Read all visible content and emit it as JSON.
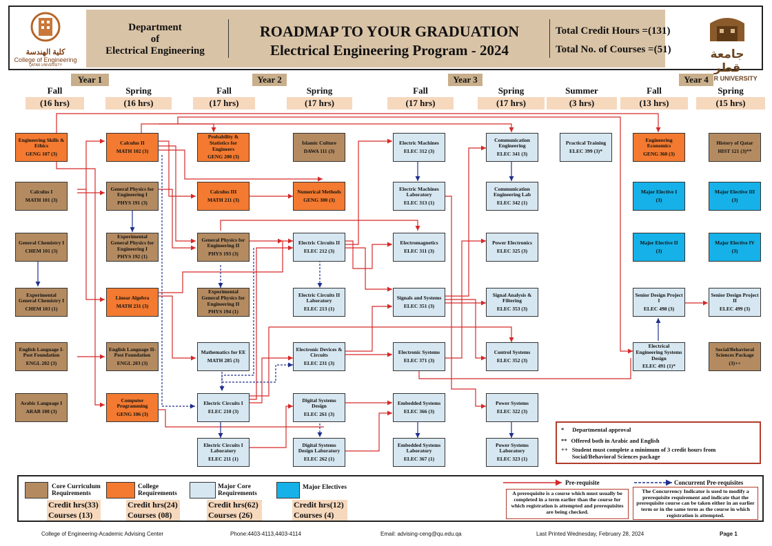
{
  "header": {
    "college_ar": "كلية الهندسة",
    "college_en": "College of Engineering",
    "qu_small": "QATAR UNIVERSITY",
    "dept_line1": "Department",
    "dept_line2": "of",
    "dept_line3": "Electrical Engineering",
    "title": "ROADMAP TO YOUR GRADUATION",
    "subtitle": "Electrical Engineering Program - 2024",
    "total_credits": "Total Credit Hours =(131)",
    "total_courses": "Total No. of Courses =(51)",
    "qu_ar": "جامعة قطر",
    "qu_en": "QATAR UNIVERSITY"
  },
  "years": [
    "Year 1",
    "Year 2",
    "Year 3",
    "Year 4"
  ],
  "semesters": [
    {
      "name": "Fall",
      "hrs": "(16 hrs)"
    },
    {
      "name": "Spring",
      "hrs": "(16 hrs)"
    },
    {
      "name": "Fall",
      "hrs": "(17 hrs)"
    },
    {
      "name": "Spring",
      "hrs": "(17 hrs)"
    },
    {
      "name": "Fall",
      "hrs": "(17 hrs)"
    },
    {
      "name": "Spring",
      "hrs": "(17 hrs)"
    },
    {
      "name": "Summer",
      "hrs": "(3 hrs)"
    },
    {
      "name": "Fall",
      "hrs": "(13 hrs)"
    },
    {
      "name": "Spring",
      "hrs": "(15 hrs)"
    }
  ],
  "courses": {
    "geng107": {
      "t": "Engineering Skills & Ethics",
      "c": "GENG 107 (3)"
    },
    "math101": {
      "t": "Calculus I",
      "c": "MATH 101 (3)"
    },
    "chem101": {
      "t": "General Chemistry I",
      "c": "CHEM 101 (3)"
    },
    "chem103": {
      "t": "Experimental General Chemistry I",
      "c": "CHEM 103 (1)"
    },
    "engl202": {
      "t": "English Language I-Post Foundation",
      "c": "ENGL 202 (3)"
    },
    "arab100": {
      "t": "Arabic Language I",
      "c": "ARAB 100 (3)"
    },
    "math102": {
      "t": "Calculus II",
      "c": "MATH 102 (3)"
    },
    "phys191": {
      "t": "General Physics for Engineering I",
      "c": "PHYS 191 (3)"
    },
    "phys192": {
      "t": "Experimental General Physics for Engineering I",
      "c": "PHYS 192 (1)"
    },
    "math231": {
      "t": "Linear Algebra",
      "c": "MATH 231 (3)"
    },
    "engl203": {
      "t": "English Language II-Post Foundation",
      "c": "ENGL 203 (3)"
    },
    "geng106": {
      "t": "Computer Programming",
      "c": "GENG 106 (3)"
    },
    "geng200": {
      "t": "Probability & Statistics for Engineers",
      "c": "GENG 200 (3)"
    },
    "math211": {
      "t": "Calculus III",
      "c": "MATH 211 (3)"
    },
    "phys193": {
      "t": "General Physics for Engineering II",
      "c": "PHYS 193 (3)"
    },
    "phys194": {
      "t": "Experimental General Physics for Engineering II",
      "c": "PHYS 194 (1)"
    },
    "math285": {
      "t": "Mathematics for EE",
      "c": "MATH 285 (3)"
    },
    "elec210": {
      "t": "Electric Circuits I",
      "c": "ELEC 210 (3)"
    },
    "elec211": {
      "t": "Electric Circuits I Laboratory",
      "c": "ELEC 211 (1)"
    },
    "dawa111": {
      "t": "Islamic Culture",
      "c": "DAWA 111 (3)"
    },
    "geng300": {
      "t": "Numerical Methods",
      "c": "GENG 300 (3)"
    },
    "elec212": {
      "t": "Electric Circuits II",
      "c": "ELEC 212 (3)"
    },
    "elec213": {
      "t": "Electric Circuits II Laboratory",
      "c": "ELEC 213 (1)"
    },
    "elec231": {
      "t": "Electronic Devices & Circuits",
      "c": "ELEC 231 (3)"
    },
    "elec261": {
      "t": "Digital Systems Design",
      "c": "ELEC 261 (3)"
    },
    "elec262": {
      "t": "Digital Systems Design Laboratory",
      "c": "ELEC 262 (1)"
    },
    "elec312": {
      "t": "Electric Machines",
      "c": "ELEC 312 (3)"
    },
    "elec313": {
      "t": "Electric Machines Laboratory",
      "c": "ELEC 313 (1)"
    },
    "elec311": {
      "t": "Electromagnetics",
      "c": "ELEC 311 (3)"
    },
    "elec351": {
      "t": "Signals and Systems",
      "c": "ELEC 351 (3)"
    },
    "elec371": {
      "t": "Electronic Systems",
      "c": "ELEC 371 (3)"
    },
    "elec366": {
      "t": "Embedded Systems",
      "c": "ELEC 366 (3)"
    },
    "elec367": {
      "t": "Embedded Systems Laboratory",
      "c": "ELEC 367 (1)"
    },
    "elec341": {
      "t": "Communication Engineering",
      "c": "ELEC 341 (3)"
    },
    "elec342": {
      "t": "Communication Engineering Lab",
      "c": "ELEC 342 (1)"
    },
    "elec325": {
      "t": "Power Electronics",
      "c": "ELEC 325 (3)"
    },
    "elec353": {
      "t": "Signal Analysis & Filtering",
      "c": "ELEC 353 (3)"
    },
    "elec352": {
      "t": "Control Systems",
      "c": "ELEC 352 (3)"
    },
    "elec322": {
      "t": "Power Systems",
      "c": "ELEC 322 (3)"
    },
    "elec323": {
      "t": "Power Systems Laboratory",
      "c": "ELEC 323 (1)"
    },
    "elec399": {
      "t": "Practical Training",
      "c": "ELEC 399 (3)*"
    },
    "geng360": {
      "t": "Engineering Economics",
      "c": "GENG 360 (3)"
    },
    "me1": {
      "t": "Major Elective I",
      "c": "(3)"
    },
    "me2": {
      "t": "Major Elective II",
      "c": "(3)"
    },
    "elec498": {
      "t": "Senior Design Project I",
      "c": "ELEC 498 (3)"
    },
    "elec491": {
      "t": "Electrical Engineering Systems Design",
      "c": "ELEC 491 (1)*"
    },
    "hist121": {
      "t": "History of Qatar",
      "c": "HIST 121 (3)**"
    },
    "me3": {
      "t": "Major Elective III",
      "c": "(3)"
    },
    "me4": {
      "t": "Major Elective IV",
      "c": "(3)"
    },
    "elec499": {
      "t": "Senior Design Project II",
      "c": "ELEC 499 (3)"
    },
    "sbs": {
      "t": "Social/Behavioral Sciences Package",
      "c": "(3)++"
    }
  },
  "notes": {
    "n1_sym": "*",
    "n1": "Departmental approval",
    "n2_sym": "**",
    "n2": "Offered both in Arabic and English",
    "n3_sym": "++",
    "n3": "Student must complete a minimum of 3 credit hours from Social/Behavioral Sciences package"
  },
  "legend": {
    "core": {
      "label": "Core Curriculum Requirements",
      "hrs": "Credit hrs(33)",
      "courses": "Courses (13)"
    },
    "college": {
      "label": "College Requirements",
      "hrs": "Credit hrs(24)",
      "courses": "Courses (08)"
    },
    "major": {
      "label": "Major Core Requirements",
      "hrs": "Credit hrs(62)",
      "courses": "Courses (26)"
    },
    "elective": {
      "label": "Major Electives",
      "hrs": "Credit hrs(12)",
      "courses": "Courses (4)"
    },
    "prereq_label": "Pre-requisite",
    "concurrent_label": "Concurrent Pre-requisites",
    "prereq_desc": "A prerequisite is a course which must usually be completed in a term earlier than the course for which registration is attempted and prerequisites are being checked.",
    "concurrent_desc": "The Concurrency Indicator is used to modify a prerequisite requirement and indicate that the prerequisite course can be taken either in an earlier term or in the same term as the course in which registration is attempted."
  },
  "colors": {
    "core": "#b48b61",
    "college": "#f37a30",
    "major": "#d6e7f1",
    "elective": "#16b1e8",
    "prereq": "#d62828",
    "concurrent": "#1f2f8c"
  },
  "footer": {
    "center": "College of Engineering-Academic Advising Center",
    "phone": "Phone:4403-4113,4403-4114",
    "email": "Email: advising-ceng@qu.edu.qa",
    "printed": "Last Printed Wednesday, February 28, 2024",
    "page": "Page 1"
  }
}
